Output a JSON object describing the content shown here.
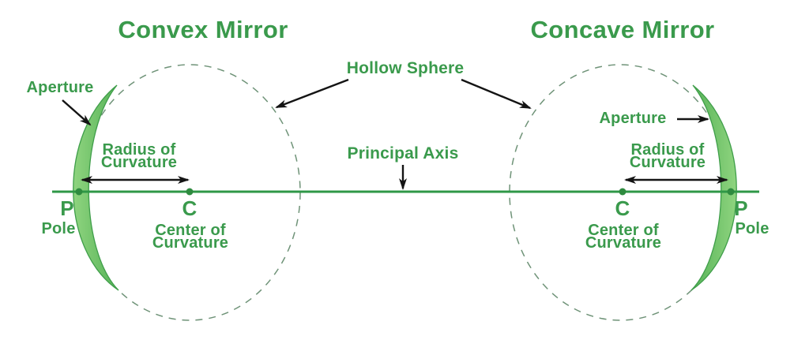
{
  "left_mirror": {
    "title": "Convex Mirror",
    "aperture": "Aperture",
    "radius_line1": "Radius of",
    "radius_line2": "Curvature",
    "pole_symbol": "P",
    "pole_label": "Pole",
    "center_symbol": "C",
    "center_line1": "Center of",
    "center_line2": "Curvature"
  },
  "right_mirror": {
    "title": "Concave Mirror",
    "aperture": "Aperture",
    "radius_line1": "Radius of",
    "radius_line2": "Curvature",
    "pole_symbol": "P",
    "pole_label": "Pole",
    "center_symbol": "C",
    "center_line1": "Center of",
    "center_line2": "Curvature"
  },
  "shared": {
    "hollow_sphere": "Hollow Sphere",
    "principal_axis": "Principal Axis"
  },
  "colors": {
    "background": "#ffffff",
    "text_green": "#3a9a4c",
    "axis_green": "#2f9747",
    "dot_green": "#2e8b3f",
    "mirror_fill_light": "#8fd47f",
    "mirror_fill_dark": "#55b257",
    "mirror_edge": "#3f9e4a",
    "dashed_circle": "#6f9378",
    "arrow_black": "#141414"
  }
}
